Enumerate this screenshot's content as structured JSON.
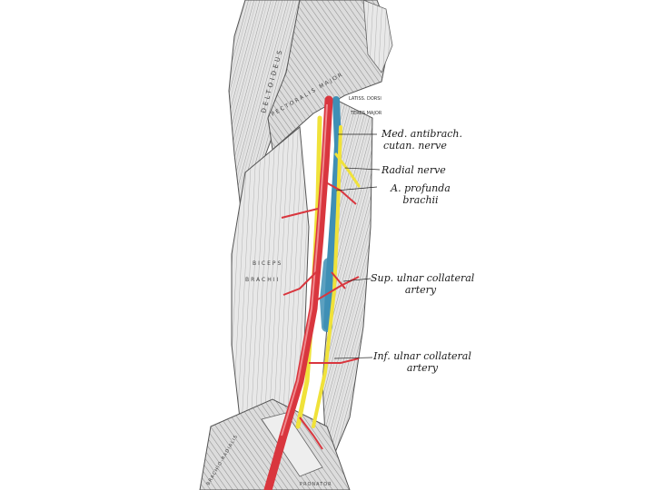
{
  "labels": {
    "med_antibrach_1": "Med. antibrach.",
    "med_antibrach_2": "cutan. nerve",
    "radial_nerve": "Radial nerve",
    "a_profunda_1": "A. profunda",
    "a_profunda_2": "brachii",
    "sup_ulnar_1": "Sup. ulnar collateral",
    "sup_ulnar_2": "artery",
    "inf_ulnar_1": "Inf. ulnar collateral",
    "inf_ulnar_2": "artery"
  },
  "muscle_labels": {
    "deltoid": "DELTOIDEUS",
    "pectoralis": "PECTORALIS MAJOR",
    "latiss": "LATISS. DORSI",
    "teres": "TERES MAJOR",
    "biceps_1": "BICEPS",
    "biceps_2": "BRACHII",
    "brachio": "BRACHIO-RADIALIS",
    "pronator": "PRONATOR"
  },
  "colors": {
    "artery": "#d9363e",
    "nerve": "#f0e23a",
    "vein": "#3f8fb5",
    "muscle": "#d9d9d9"
  }
}
